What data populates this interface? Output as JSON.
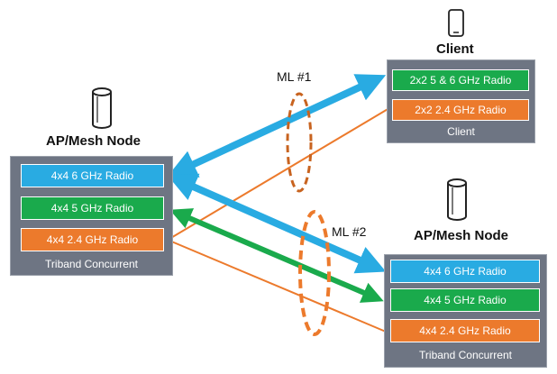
{
  "colors": {
    "sixghz": "#29abe2",
    "fiveghz": "#1aaa4c",
    "twoghz": "#ec7a2c",
    "box_bg": "#6e7583",
    "ellipse": "#c8631f"
  },
  "icons": {
    "client": "smartphone-icon",
    "node": "mesh-node-icon"
  },
  "client": {
    "title": "Client",
    "radio_a": "2x2 5 & 6 GHz Radio",
    "radio_b": "2x2 2.4 GHz Radio",
    "footer": "Client"
  },
  "left_node": {
    "title": "AP/Mesh Node",
    "radio_6": "4x4 6 GHz Radio",
    "radio_5": "4x4 5 GHz Radio",
    "radio_24": "4x4 2.4 GHz Radio",
    "footer": "Triband Concurrent"
  },
  "right_node": {
    "title": "AP/Mesh Node",
    "radio_6": "4x4 6 GHz Radio",
    "radio_5": "4x4 5 GHz Radio",
    "radio_24": "4x4 2.4 GHz Radio",
    "footer": "Triband Concurrent"
  },
  "links": {
    "ml1": "ML #1",
    "ml2": "ML #2"
  }
}
